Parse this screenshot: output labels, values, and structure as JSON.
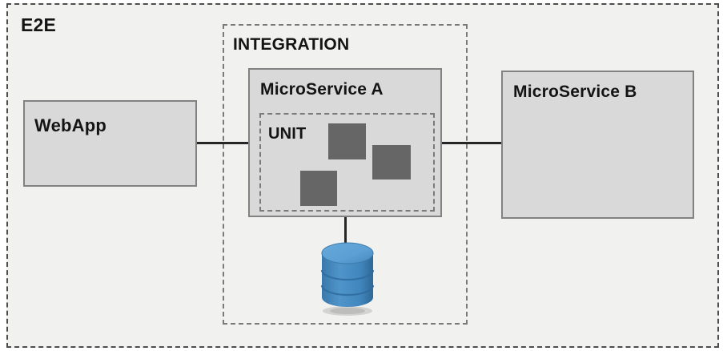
{
  "diagram": {
    "regions": {
      "e2e": {
        "label": "E2E"
      },
      "integration": {
        "label": "INTEGRATION"
      },
      "unit": {
        "label": "UNIT"
      }
    },
    "nodes": {
      "webapp": {
        "label": "WebApp"
      },
      "microservice_a": {
        "label": "MicroService A"
      },
      "microservice_b": {
        "label": "MicroService B"
      }
    },
    "icons": {
      "database": "database-cylinder-icon",
      "unit_test_square_count": 3
    },
    "colors": {
      "canvas_background": "#ffffff",
      "region_background": "#f1f1f0",
      "node_fill": "#d9d9d9",
      "node_border": "#828282",
      "dashed_outer_border": "#4d4d4d",
      "dashed_inner_border": "#7a7a7a",
      "unit_square_fill": "#666666",
      "connector": "#262626",
      "database_body_blue": "#4186bc",
      "database_top_blue": "#5b9fd4"
    }
  }
}
